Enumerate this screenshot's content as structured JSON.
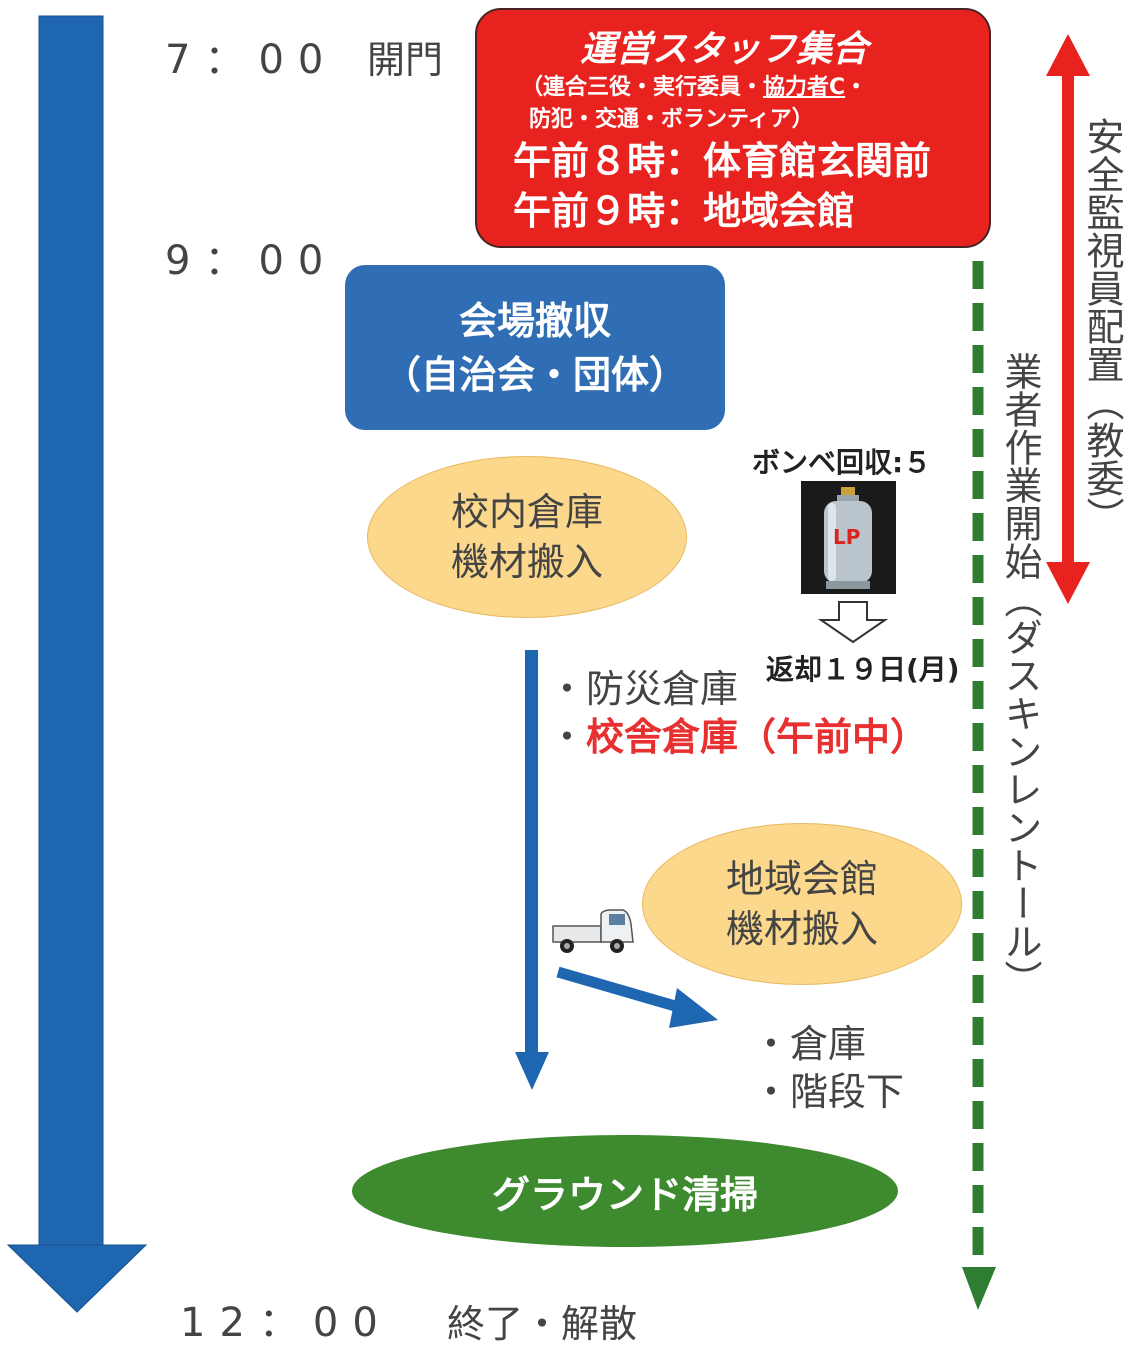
{
  "times": {
    "t1": "7：00",
    "t1_label": "開門",
    "t2": "9：00",
    "t3": "12：00",
    "t3_label": "終了・解散"
  },
  "staff_box": {
    "title": "運営スタッフ集合",
    "sub_line1_a": "（連合三役・実行委員・",
    "sub_line1_b": "協力者C",
    "sub_line1_c": "・",
    "sub_line2": "防犯・交通・ボランティア）",
    "line3": "午前８時：体育館玄関前",
    "line4": "午前９時：地域会館"
  },
  "venue_box": {
    "line1": "会場撤収",
    "line2": "（自治会・団体）"
  },
  "warehouse_oval": {
    "line1": "校内倉庫",
    "line2": "機材搬入"
  },
  "community_oval": {
    "line1": "地域会館",
    "line2": "機材搬入"
  },
  "warehouse_list": {
    "item1": "・防災倉庫",
    "item2_bullet": "・",
    "item2": "校舎倉庫（午前中）"
  },
  "community_list": {
    "item1": "・倉庫",
    "item2": "・階段下"
  },
  "gas": {
    "collect": "ボンベ回収:５",
    "tank_label": "LP",
    "return": "返却１９日(月)"
  },
  "ground": "グラウンド清掃",
  "vertical": {
    "contractor": "業者作業開始（ダスキンレントール）",
    "safety": "安全監視員配置（教委）"
  },
  "colors": {
    "timeline_blue": "#1f66b0",
    "red": "#e8231f",
    "green": "#2e7d32",
    "orange_fill": "#fcd88c"
  }
}
